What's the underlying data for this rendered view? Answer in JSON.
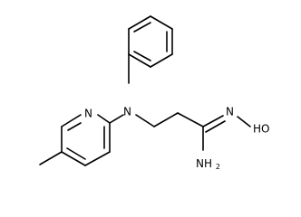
{
  "atoms": {
    "pyridine_n": "N",
    "amine_n": "N",
    "imine_n": "N",
    "hydroxyl": "HO",
    "amine_group_main": "NH",
    "amine_group_sub": "2"
  }
}
